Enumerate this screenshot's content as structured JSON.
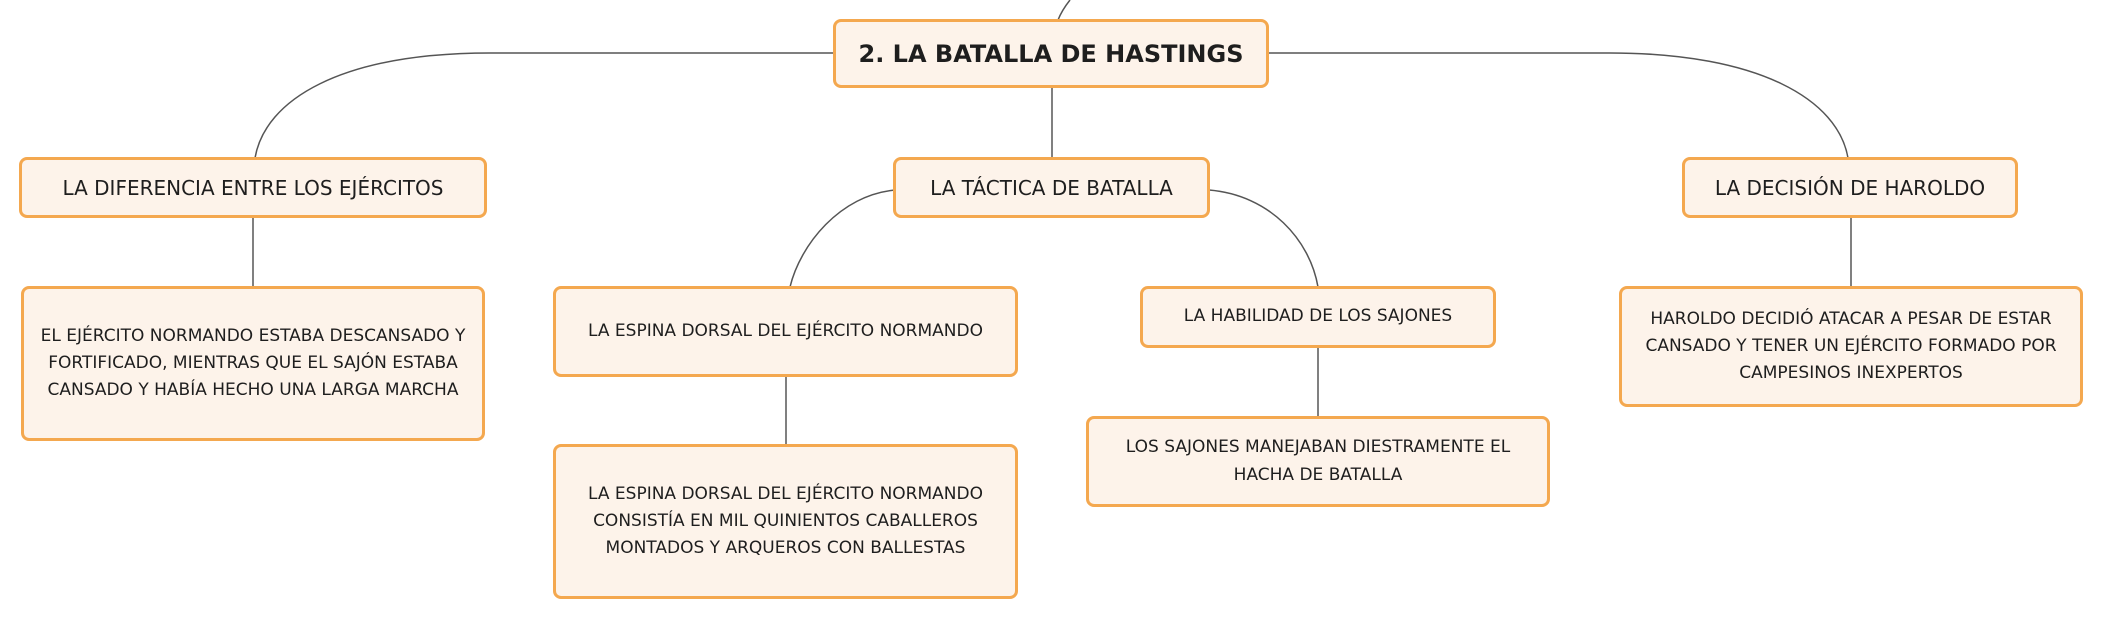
{
  "colors": {
    "node_fill": "#fdf3ea",
    "node_border": "#f4a84f",
    "connector": "#555555",
    "text": "#1e1e1e"
  },
  "root": {
    "label": "2. LA BATALLA DE HASTINGS"
  },
  "branches": {
    "diferencia": {
      "label": "LA DIFERENCIA ENTRE LOS EJÉRCITOS",
      "detail": "EL EJÉRCITO NORMANDO ESTABA DESCANSADO Y FORTIFICADO, MIENTRAS QUE EL SAJÓN ESTABA CANSADO Y HABÍA HECHO UNA LARGA MARCHA"
    },
    "tactica": {
      "label": "LA TÁCTICA DE BATALLA",
      "espina": {
        "label": "LA ESPINA DORSAL DEL EJÉRCITO NORMANDO",
        "detail": "LA ESPINA DORSAL DEL EJÉRCITO NORMANDO CONSISTÍA EN MIL QUINIENTOS CABALLEROS MONTADOS Y ARQUEROS CON BALLESTAS"
      },
      "habilidad": {
        "label": "LA HABILIDAD DE LOS SAJONES",
        "detail": "LOS SAJONES MANEJABAN DIESTRAMENTE EL HACHA DE BATALLA"
      }
    },
    "decision": {
      "label": "LA DECISIÓN DE HAROLDO",
      "detail": "HAROLDO DECIDIÓ ATACAR A PESAR DE ESTAR CANSADO Y TENER UN EJÉRCITO FORMADO POR CAMPESINOS INEXPERTOS"
    }
  }
}
